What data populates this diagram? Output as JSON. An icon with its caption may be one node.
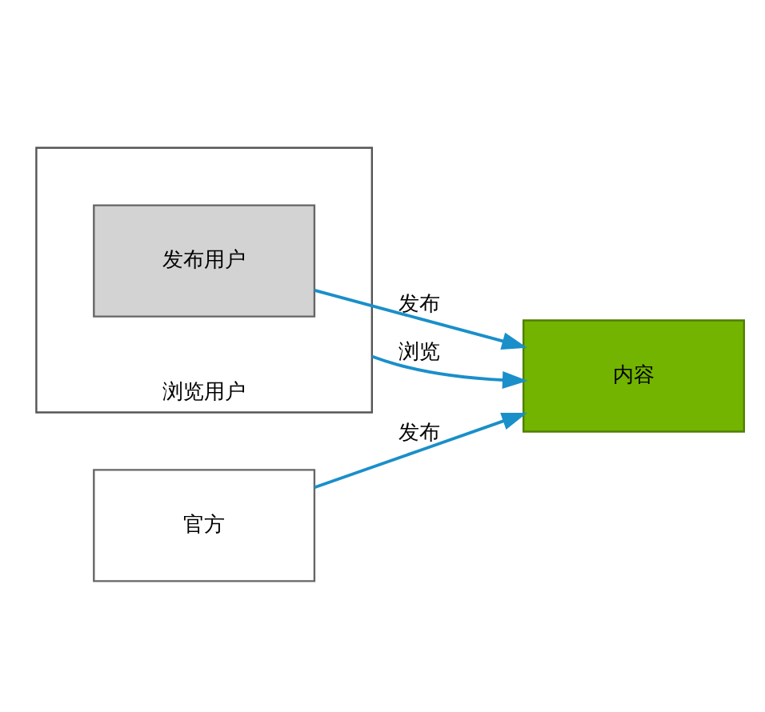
{
  "diagram": {
    "nodes": [
      {
        "text": [
          "浏览用户"
        ]
      },
      {
        "text": [
          "发布用户"
        ],
        "in": 0
      },
      {
        "text": [
          "官方"
        ]
      },
      {
        "text": [
          "内容"
        ]
      }
    ],
    "edges": [
      {
        "from": 2,
        "to": 3,
        "arrow": "to",
        "label": "发布"
      },
      {
        "from": 1,
        "to": 3,
        "arrow": "to",
        "label": "发布"
      },
      {
        "from": 0,
        "to": 3,
        "arrow": "to",
        "label": "浏览"
      }
    ]
  }
}
